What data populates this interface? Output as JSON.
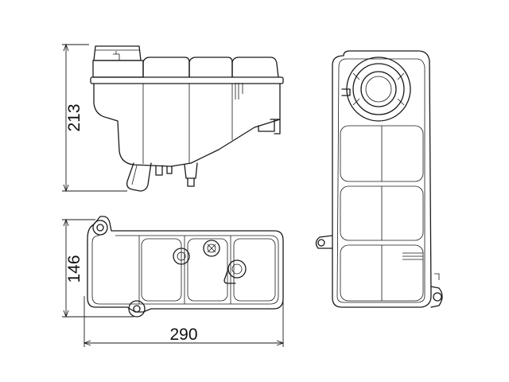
{
  "dimensions": {
    "height_side": "213",
    "depth_bottom": "146",
    "width_bottom": "290"
  },
  "colors": {
    "line": "#1a1a1a",
    "background": "#ffffff"
  }
}
